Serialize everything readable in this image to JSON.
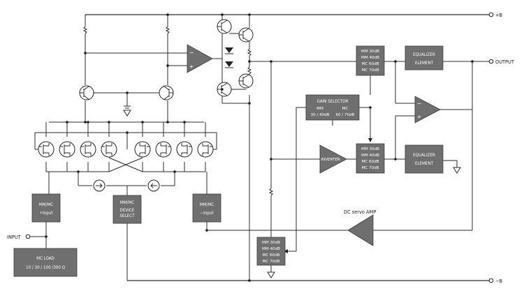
{
  "terminals": {
    "pos_supply": "+B",
    "neg_supply": "−B",
    "input": "INPUT",
    "output": "OUTPUT"
  },
  "blocks": {
    "mm_mc_plus": [
      "MM/MC",
      "+Input"
    ],
    "mm_mc_minus": [
      "MM/MC",
      "−Input"
    ],
    "device_select": [
      "MM/MC",
      "DEVICE",
      "SELECT"
    ],
    "mc_load": [
      "MC LOAD",
      "10 / 30 / 100 /300 Ω"
    ],
    "gain_selector": {
      "title": "GAIN SELECTOR",
      "mm_label": "MM",
      "mm_values": "30 / 40dB",
      "mc_label": "MC",
      "mc_values": "60 / 70dB"
    },
    "gain_block_upper": [
      "MM 30dB",
      "MM 40dB",
      "MC 60dB",
      "MC 70dB"
    ],
    "gain_block_middle": [
      "MM 30dB",
      "MM 40dB",
      "MC 60dB",
      "MC 70dB"
    ],
    "gain_block_lower": [
      "MM 30dB",
      "MM 40dB",
      "MC 60dB",
      "MC 70dB"
    ],
    "equalizer_upper": [
      "EQUALIZER",
      "ELEMENT"
    ],
    "equalizer_lower": [
      "EQUALIZER",
      "ELEMENT"
    ],
    "inverter": "INVERTER"
  },
  "labels": {
    "dc_servo": "DC servo AMP"
  },
  "opamp_signs": {
    "minus": "−",
    "plus": "+"
  }
}
